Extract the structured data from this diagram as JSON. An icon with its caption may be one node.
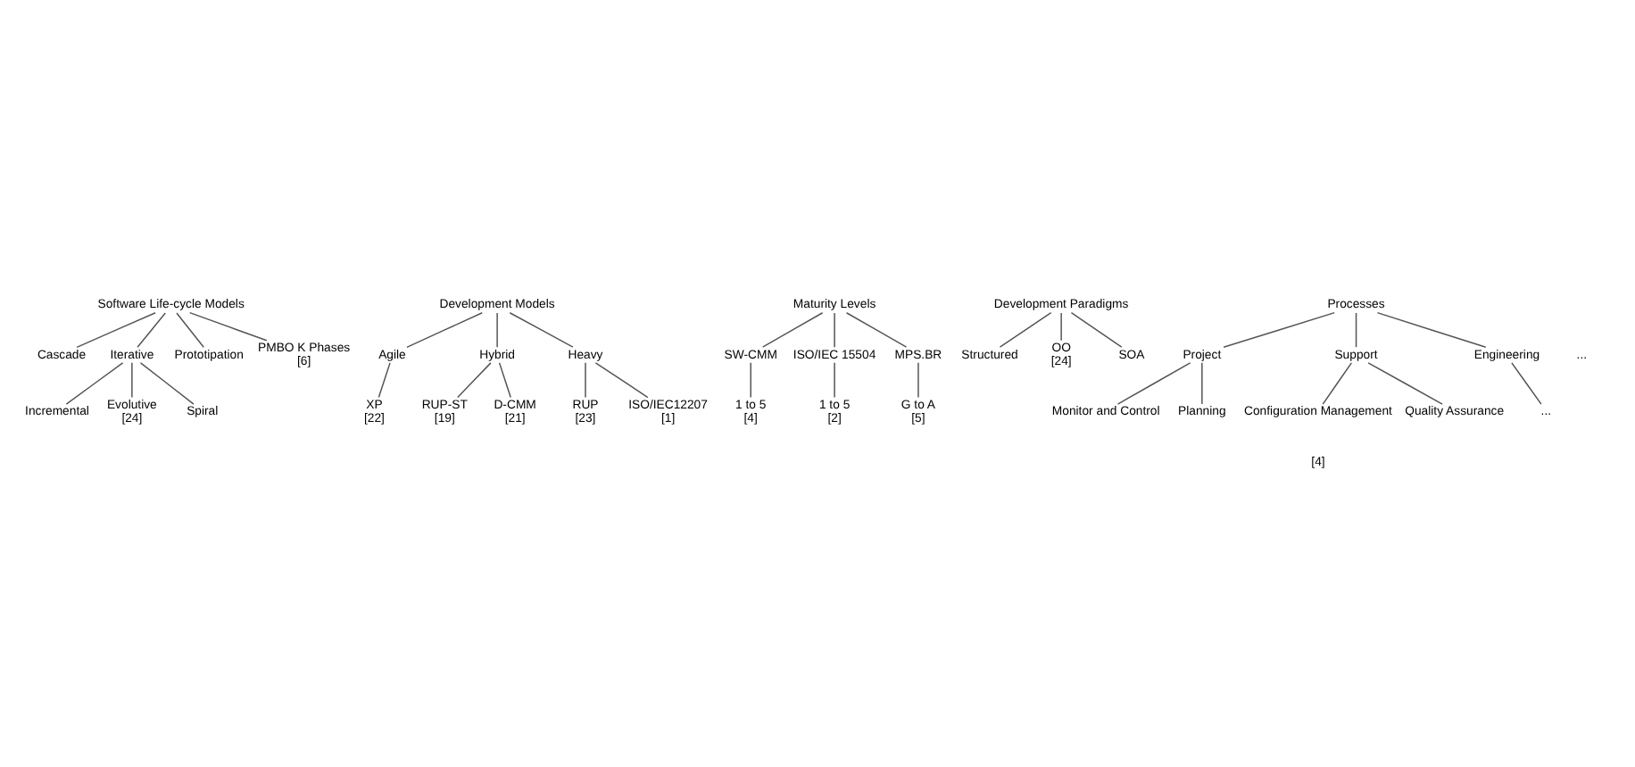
{
  "diagram": {
    "nodes": [
      {
        "text": [
          "Software Life-cycle Models"
        ]
      },
      {
        "text": [
          "Cascade"
        ]
      },
      {
        "text": [
          "Iterative"
        ]
      },
      {
        "text": [
          "Prototipation"
        ]
      },
      {
        "text": [
          "PMBO K Phases",
          "[6]"
        ]
      },
      {
        "text": [
          "Incremental"
        ]
      },
      {
        "text": [
          "Evolutive",
          "[24]"
        ]
      },
      {
        "text": [
          "Spiral"
        ]
      },
      {
        "text": [
          "Development Models"
        ]
      },
      {
        "text": [
          "Agile"
        ]
      },
      {
        "text": [
          "Hybrid"
        ]
      },
      {
        "text": [
          "Heavy"
        ]
      },
      {
        "text": [
          "XP",
          "[22]"
        ]
      },
      {
        "text": [
          "RUP-ST",
          "[19]"
        ]
      },
      {
        "text": [
          "D-CMM",
          "[21]"
        ]
      },
      {
        "text": [
          "RUP",
          "[23]"
        ]
      },
      {
        "text": [
          "ISO/IEC12207",
          "[1]"
        ]
      },
      {
        "text": [
          "Maturity Levels"
        ]
      },
      {
        "text": [
          "SW-CMM"
        ]
      },
      {
        "text": [
          "ISO/IEC 15504"
        ]
      },
      {
        "text": [
          "MPS.BR"
        ]
      },
      {
        "text": [
          "1 to 5",
          "[4]"
        ]
      },
      {
        "text": [
          "1 to 5",
          "[2]"
        ]
      },
      {
        "text": [
          "G to A",
          "[5]"
        ]
      },
      {
        "text": [
          "Development Paradigms"
        ]
      },
      {
        "text": [
          "Structured"
        ]
      },
      {
        "text": [
          "OO",
          "[24]"
        ]
      },
      {
        "text": [
          "SOA"
        ]
      },
      {
        "text": [
          "Processes"
        ]
      },
      {
        "text": [
          "Project"
        ]
      },
      {
        "text": [
          "Support"
        ]
      },
      {
        "text": [
          "Engineering"
        ]
      },
      {
        "text": [
          "Monitor and Control"
        ]
      },
      {
        "text": [
          "Planning"
        ]
      },
      {
        "text": [
          "Configuration Management"
        ]
      },
      {
        "text": [
          "Quality Assurance"
        ]
      },
      {
        "text": [
          "..."
        ]
      }
    ],
    "edges": [
      {
        "from": 0,
        "to": 1,
        "arrow": "none"
      },
      {
        "from": 0,
        "to": 2,
        "arrow": "none"
      },
      {
        "from": 0,
        "to": 3,
        "arrow": "none"
      },
      {
        "from": 0,
        "to": 4,
        "arrow": "none"
      },
      {
        "from": 2,
        "to": 5,
        "arrow": "none"
      },
      {
        "from": 2,
        "to": 6,
        "arrow": "none"
      },
      {
        "from": 2,
        "to": 7,
        "arrow": "none"
      },
      {
        "from": 8,
        "to": 9,
        "arrow": "none"
      },
      {
        "from": 8,
        "to": 10,
        "arrow": "none"
      },
      {
        "from": 8,
        "to": 11,
        "arrow": "none"
      },
      {
        "from": 9,
        "to": 12,
        "arrow": "none"
      },
      {
        "from": 10,
        "to": 13,
        "arrow": "none"
      },
      {
        "from": 10,
        "to": 14,
        "arrow": "none"
      },
      {
        "from": 11,
        "to": 15,
        "arrow": "none"
      },
      {
        "from": 11,
        "to": 16,
        "arrow": "none"
      },
      {
        "from": 17,
        "to": 18,
        "arrow": "none"
      },
      {
        "from": 17,
        "to": 19,
        "arrow": "none"
      },
      {
        "from": 17,
        "to": 20,
        "arrow": "none"
      },
      {
        "from": 18,
        "to": 21,
        "arrow": "none"
      },
      {
        "from": 19,
        "to": 22,
        "arrow": "none"
      },
      {
        "from": 20,
        "to": 23,
        "arrow": "none"
      },
      {
        "from": 24,
        "to": 25,
        "arrow": "none"
      },
      {
        "from": 24,
        "to": 26,
        "arrow": "none"
      },
      {
        "from": 24,
        "to": 27,
        "arrow": "none"
      },
      {
        "from": 28,
        "to": 29,
        "arrow": "none"
      },
      {
        "from": 28,
        "to": 30,
        "arrow": "none"
      },
      {
        "from": 28,
        "to": 31,
        "arrow": "none"
      },
      {
        "from": 29,
        "to": 32,
        "arrow": "none"
      },
      {
        "from": 29,
        "to": 33,
        "arrow": "none"
      },
      {
        "from": 30,
        "to": 34,
        "arrow": "none"
      },
      {
        "from": 30,
        "to": 35,
        "arrow": "none"
      },
      {
        "from": 31,
        "to": 36,
        "arrow": "none"
      }
    ],
    "labels": [
      "...",
      "[4]"
    ]
  }
}
